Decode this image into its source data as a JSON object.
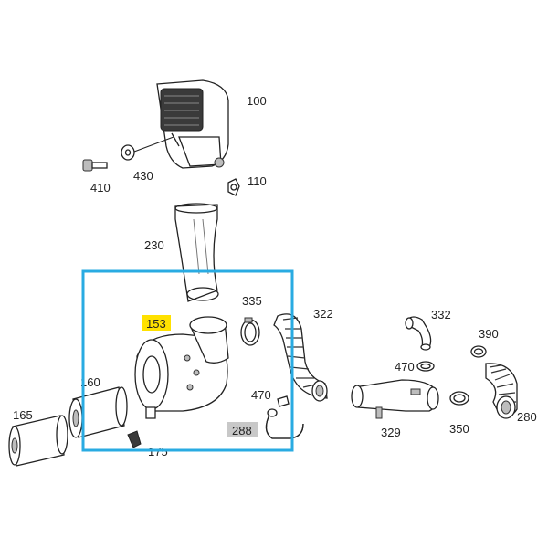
{
  "colors": {
    "highlight_box": "#29abe2",
    "label_153_bg": "#ffe100",
    "label_288_bg": "#c8c8c8",
    "line": "#222222"
  },
  "labels": {
    "p100": "100",
    "p410": "410",
    "p430": "430",
    "p110": "110",
    "p230": "230",
    "p335": "335",
    "p322": "322",
    "p332": "332",
    "p390": "390",
    "p153": "153",
    "p160": "160",
    "p165": "165",
    "p175": "175",
    "p470a": "470",
    "p470b": "470",
    "p288": "288",
    "p329": "329",
    "p350": "350",
    "p280": "280"
  }
}
